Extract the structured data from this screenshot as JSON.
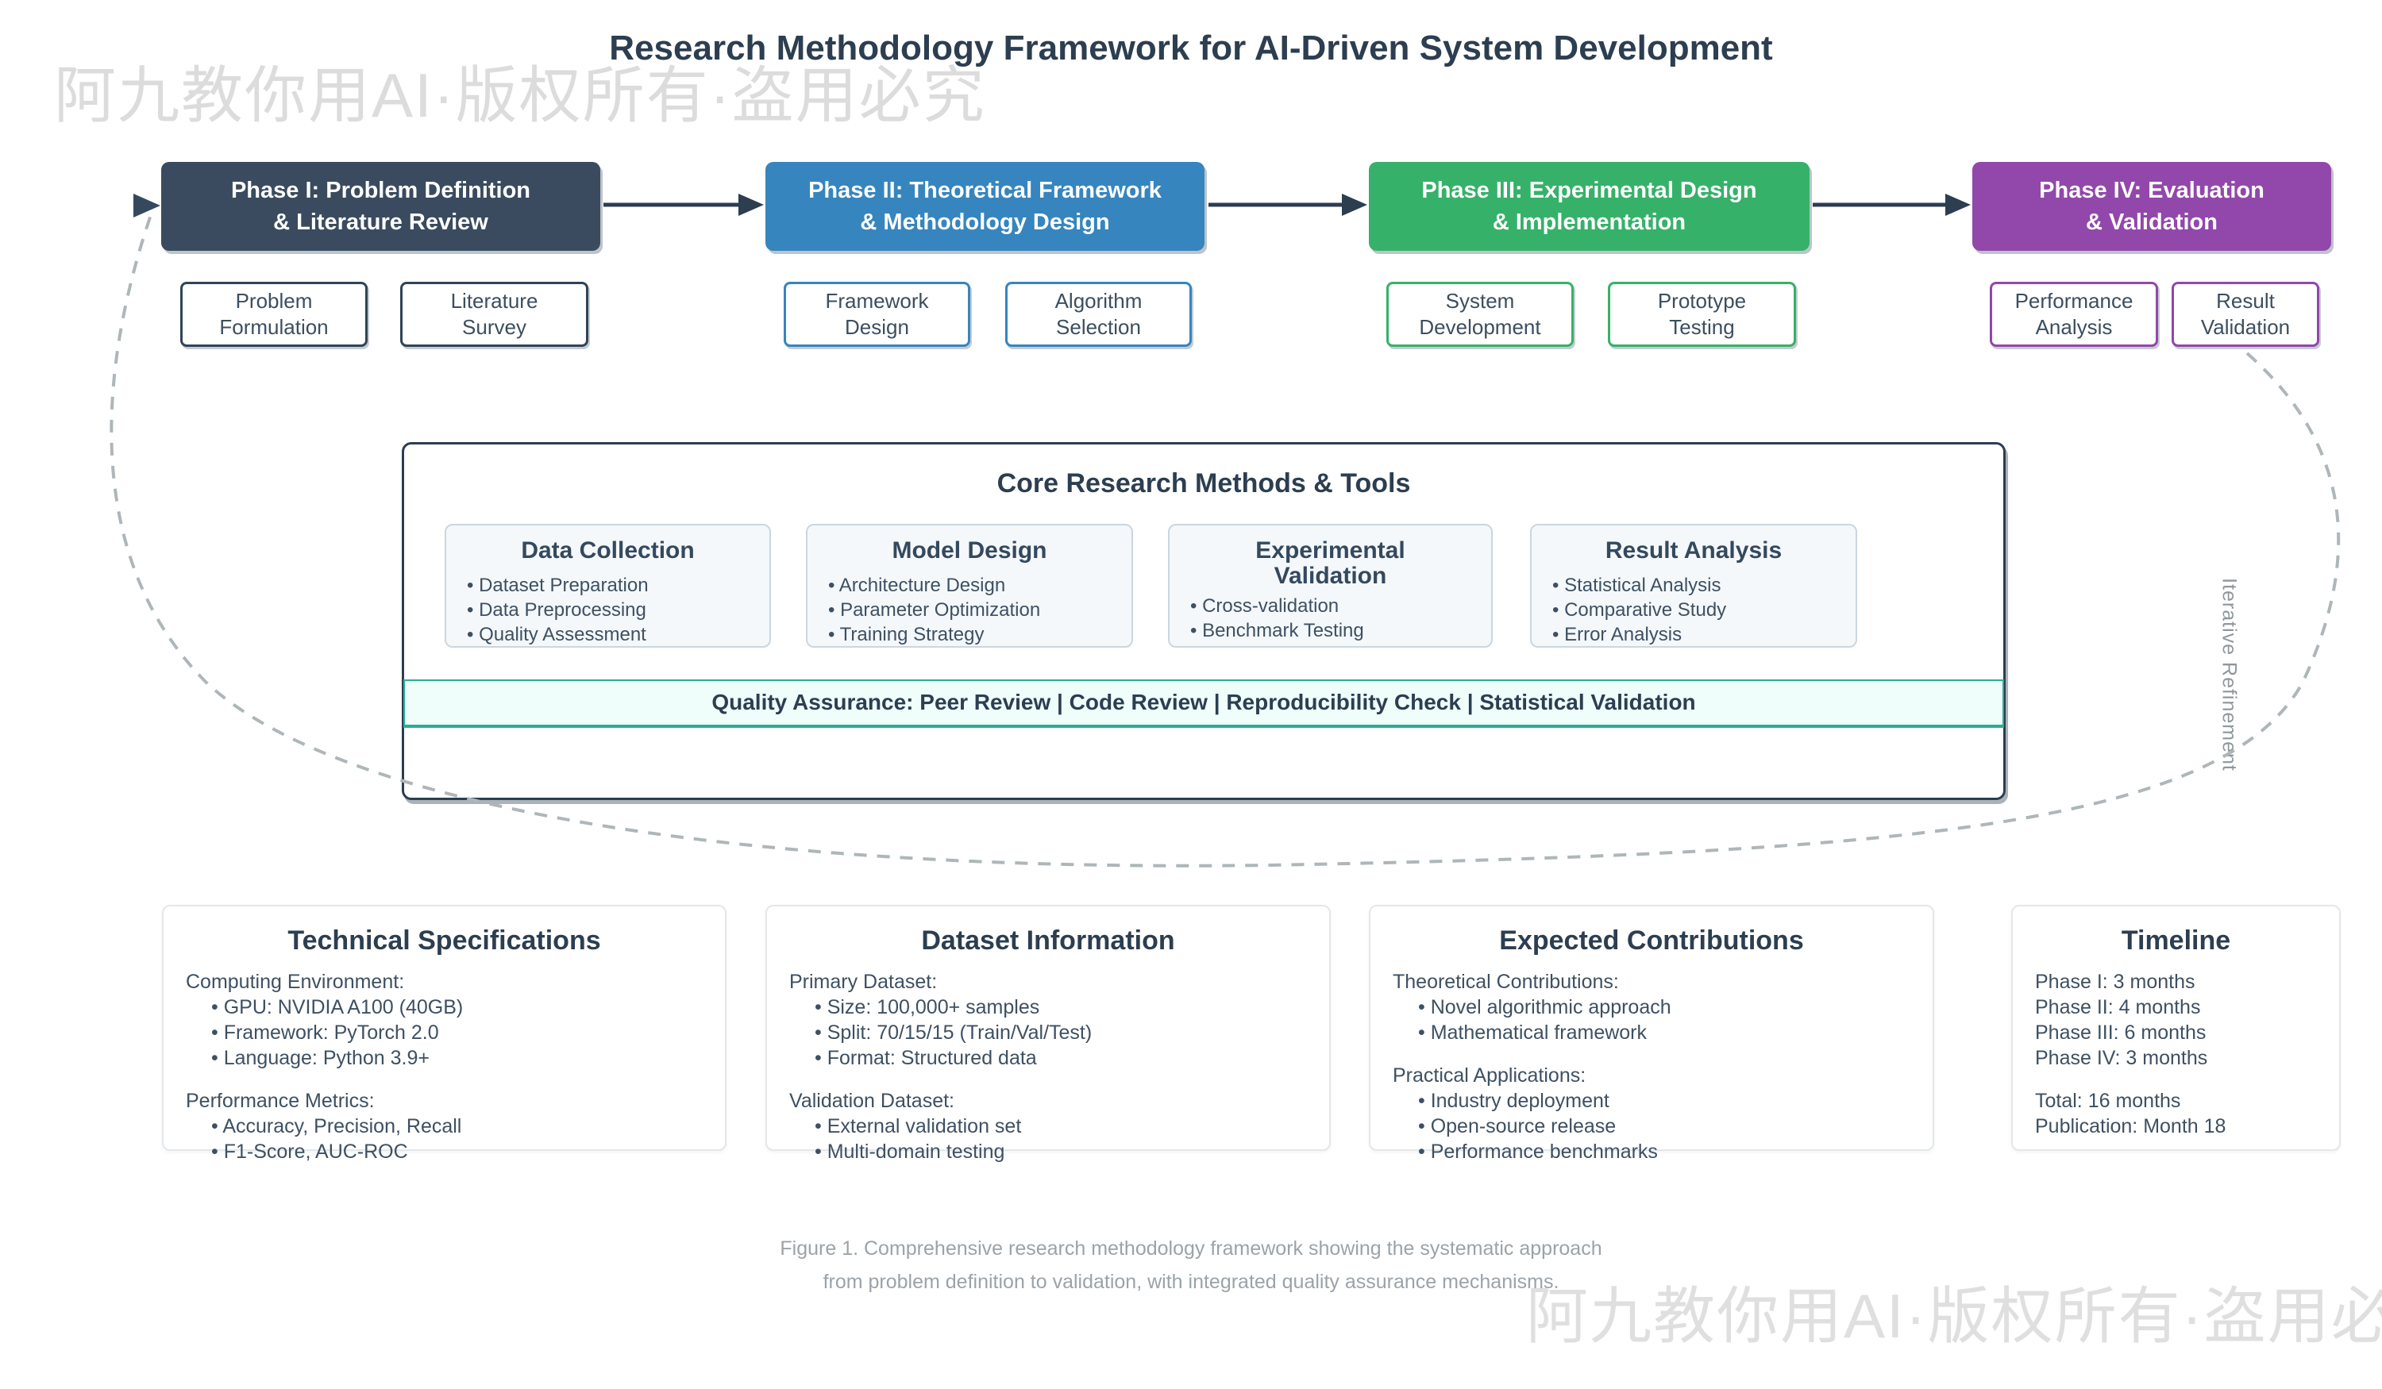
{
  "title": "Research Methodology Framework for AI-Driven System Development",
  "watermarks": {
    "top_left": "阿九教你用AI·版权所有·盗用必究",
    "bottom_right": "阿九教你用AI·版权所有·盗用必究"
  },
  "phases": [
    {
      "line1": "Phase I: Problem Definition",
      "line2": "& Literature Review",
      "color": "#3A4B5F",
      "subs": [
        {
          "line1": "Problem",
          "line2": "Formulation"
        },
        {
          "line1": "Literature",
          "line2": "Survey"
        }
      ]
    },
    {
      "line1": "Phase II: Theoretical Framework",
      "line2": "& Methodology Design",
      "color": "#3685BE",
      "subs": [
        {
          "line1": "Framework",
          "line2": "Design"
        },
        {
          "line1": "Algorithm",
          "line2": "Selection"
        }
      ]
    },
    {
      "line1": "Phase III: Experimental Design",
      "line2": "& Implementation",
      "color": "#36B169",
      "subs": [
        {
          "line1": "System",
          "line2": "Development"
        },
        {
          "line1": "Prototype",
          "line2": "Testing"
        }
      ]
    },
    {
      "line1": "Phase IV: Evaluation",
      "line2": "& Validation",
      "color": "#9247AB",
      "subs": [
        {
          "line1": "Performance",
          "line2": "Analysis"
        },
        {
          "line1": "Result",
          "line2": "Validation"
        }
      ]
    }
  ],
  "core": {
    "title": "Core Research Methods & Tools",
    "cards": [
      {
        "title1": "Data Collection",
        "title2": "",
        "bullets": [
          "Dataset Preparation",
          "Data Preprocessing",
          "Quality Assessment"
        ]
      },
      {
        "title1": "Model Design",
        "title2": "",
        "bullets": [
          "Architecture Design",
          "Parameter Optimization",
          "Training Strategy"
        ]
      },
      {
        "title1": "Experimental",
        "title2": "Validation",
        "bullets": [
          "Cross-validation",
          "Benchmark Testing"
        ]
      },
      {
        "title1": "Result Analysis",
        "title2": "",
        "bullets": [
          "Statistical Analysis",
          "Comparative Study",
          "Error Analysis"
        ]
      }
    ],
    "qa_text": "Quality Assurance: Peer Review | Code Review | Reproducibility Check | Statistical Validation"
  },
  "loop_label": "Iterative Refinement",
  "info_boxes": [
    {
      "title": "Technical Specifications",
      "section1": {
        "heading": "Computing Environment:",
        "bullets": [
          "GPU: NVIDIA A100 (40GB)",
          "Framework: PyTorch 2.0",
          "Language: Python 3.9+"
        ]
      },
      "section2": {
        "heading": "Performance Metrics:",
        "bullets": [
          "Accuracy, Precision, Recall",
          "F1-Score, AUC-ROC"
        ]
      }
    },
    {
      "title": "Dataset Information",
      "section1": {
        "heading": "Primary Dataset:",
        "bullets": [
          "Size: 100,000+ samples",
          "Split: 70/15/15 (Train/Val/Test)",
          "Format: Structured data"
        ]
      },
      "section2": {
        "heading": "Validation Dataset:",
        "bullets": [
          "External validation set",
          "Multi-domain testing"
        ]
      }
    },
    {
      "title": "Expected Contributions",
      "section1": {
        "heading": "Theoretical Contributions:",
        "bullets": [
          "Novel algorithmic approach",
          "Mathematical framework"
        ]
      },
      "section2": {
        "heading": "Practical Applications:",
        "bullets": [
          "Industry deployment",
          "Open-source release",
          "Performance benchmarks"
        ]
      }
    },
    {
      "title": "Timeline",
      "phase_lines": [
        "Phase I: 3 months",
        "Phase II: 4 months",
        "Phase III: 6 months",
        "Phase IV: 3 months"
      ],
      "summary_lines": [
        "Total: 16 months",
        "Publication: Month 18"
      ]
    }
  ],
  "caption": {
    "line1": "Figure 1. Comprehensive research methodology framework showing the systematic approach",
    "line2": "from problem definition to validation, with integrated quality assurance mechanisms."
  },
  "colors": {
    "phase1": "#3A4B5F",
    "phase2": "#3685BE",
    "phase3": "#36B169",
    "phase4": "#9247AB",
    "qa_teal": "#2BAD95",
    "text_slate": "#2C3E50",
    "card_bg": "#F4F8FB",
    "qa_bg": "#EFFDFB",
    "watermark_gray": "#DCDCDC",
    "dash_gray": "#AEB6B9"
  }
}
